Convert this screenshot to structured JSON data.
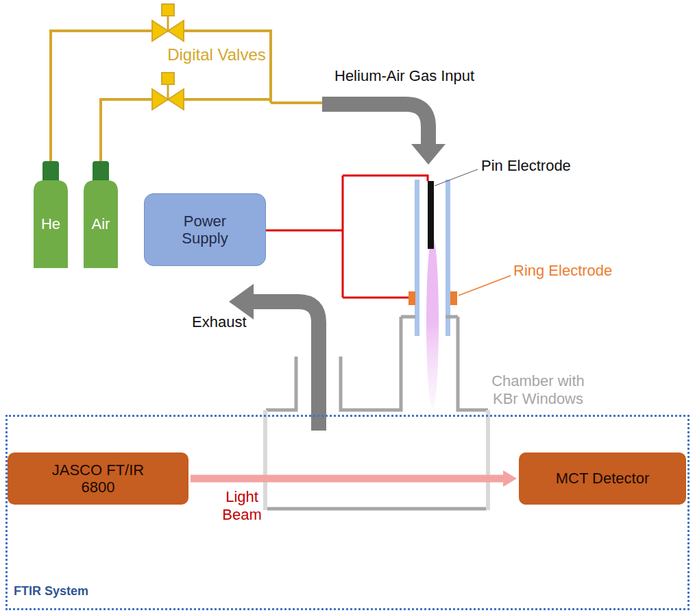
{
  "diagram": {
    "nodes": [
      {
        "text": [
          "He"
        ]
      },
      {
        "text": [
          "Air"
        ]
      },
      {
        "text": [
          "Power Supply"
        ]
      },
      {
        "text": [
          "FTIR System"
        ]
      },
      {
        "text": [
          "JASCO FT/IR 6800"
        ],
        "in": 3
      },
      {
        "text": [
          "MCT Detector"
        ],
        "in": 3
      }
    ],
    "edges": [
      {
        "from": 4,
        "to": 5,
        "label": "Light Beam",
        "arrow": "to"
      }
    ],
    "labels": [
      "Digital Valves",
      "Helium-Air Gas Input",
      "Pin Electrode",
      "Ring Electrode",
      "Exhaust",
      "Chamber with KBr Windows"
    ]
  }
}
